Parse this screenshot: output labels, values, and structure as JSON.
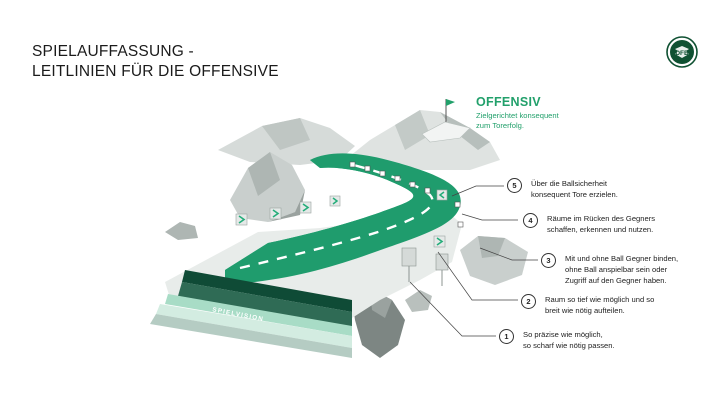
{
  "title": {
    "line1": "SPIELAUFFASSUNG -",
    "line2": "LEITLINIEN FÜR DIE OFFENSIVE"
  },
  "logo": {
    "icon": "dfb-eagle-icon",
    "color": "#0f5132"
  },
  "offensiv": {
    "heading": "OFFENSIV",
    "line1": "Zielgerichtet konsequent",
    "line2": "zum Torerfolg."
  },
  "road_label": "SPIELVISION",
  "steps": [
    {
      "number": "5",
      "line1": "Über die Ballsicherheit",
      "line2": "konsequent Tore erzielen.",
      "line3": ""
    },
    {
      "number": "4",
      "line1": "Räume im Rücken des Gegners",
      "line2": "schaffen, erkennen und nutzen.",
      "line3": ""
    },
    {
      "number": "3",
      "line1": "Mit und ohne Ball Gegner binden,",
      "line2": "ohne Ball anspielbar sein oder",
      "line3": "Zugriff auf den Gegner haben."
    },
    {
      "number": "2",
      "line1": "Raum so tief wie möglich und so",
      "line2": "breit wie nötig aufteilen.",
      "line3": ""
    },
    {
      "number": "1",
      "line1": "So präzise wie möglich,",
      "line2": "so scharf wie nötig passen.",
      "line3": ""
    }
  ],
  "colors": {
    "road": "#25ad7a",
    "accent_green": "#22a06b",
    "rock": "#c9cfcd"
  }
}
